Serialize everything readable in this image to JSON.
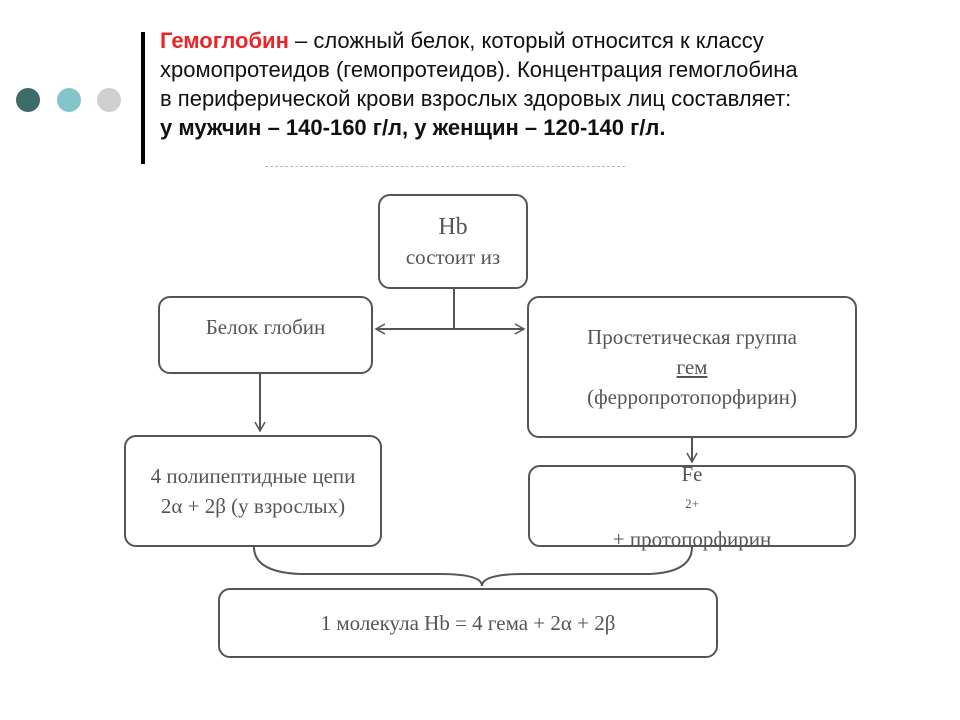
{
  "header": {
    "term": "Гемоглобин",
    "line1_rest": " – сложный белок, который относится к классу",
    "line2": "хромопротеидов (гемопротеидов). Концентрация гемоглобина",
    "line3": "в периферической крови взрослых здоровых лиц составляет:",
    "line4": "у мужчин – 140-160 г/л, у женщин – 120-140 г/л."
  },
  "diagram": {
    "hb": {
      "title": "Hb",
      "subtitle": "состоит из"
    },
    "globin": {
      "label": "Белок глобин"
    },
    "heme": {
      "line1": "Простетическая группа",
      "line2": "гем",
      "line3": "(ферропротопорфирин)"
    },
    "chains": {
      "line1": "4 полипептидные цепи",
      "line2": "2α + 2β (у взрослых)"
    },
    "fe": {
      "symbol": "Fe",
      "charge": "2+",
      "rest": " + протопорфирин"
    },
    "result": {
      "label": "1 молекула Hb = 4 гема + 2α + 2β"
    }
  },
  "colors": {
    "accent_red": "#e8262b",
    "dot_dark": "#3f6b6b",
    "dot_teal": "#86c4cc",
    "dot_gray": "#cfd1d1"
  }
}
